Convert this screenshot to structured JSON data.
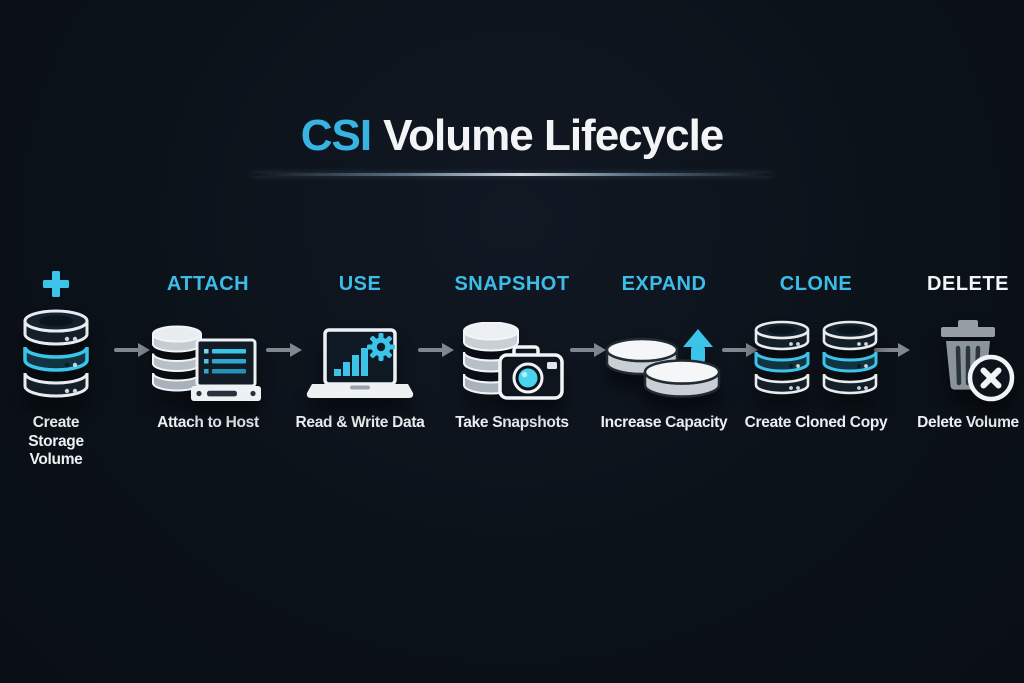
{
  "title": {
    "accent": "CSI",
    "rest": "Volume Lifecycle"
  },
  "colors": {
    "background": "#0b1118",
    "accent_cyan": "#3cbde8",
    "text_white": "#eef0f2",
    "arrow_gray": "#81878e"
  },
  "stages": [
    {
      "header": "",
      "header_color": "#3cbde8",
      "icon": "database-plus-icon",
      "label": "Create Storage Volume"
    },
    {
      "header": "ATTACH",
      "header_color": "#3cbde8",
      "icon": "database-host-icon",
      "label": "Attach to Host"
    },
    {
      "header": "USE",
      "header_color": "#3cbde8",
      "icon": "laptop-chart-gear-icon",
      "label": "Read & Write Data"
    },
    {
      "header": "SNAPSHOT",
      "header_color": "#3cbde8",
      "icon": "database-camera-icon",
      "label": "Take Snapshots"
    },
    {
      "header": "EXPAND",
      "header_color": "#3cbde8",
      "icon": "disks-up-arrow-icon",
      "label": "Increase Capacity"
    },
    {
      "header": "CLONE",
      "header_color": "#3cbde8",
      "icon": "dual-database-icon",
      "label": "Create Cloned Copy"
    },
    {
      "header": "DELETE",
      "header_color": "#f2f4f6",
      "icon": "trash-x-icon",
      "label": "Delete Volume"
    }
  ]
}
